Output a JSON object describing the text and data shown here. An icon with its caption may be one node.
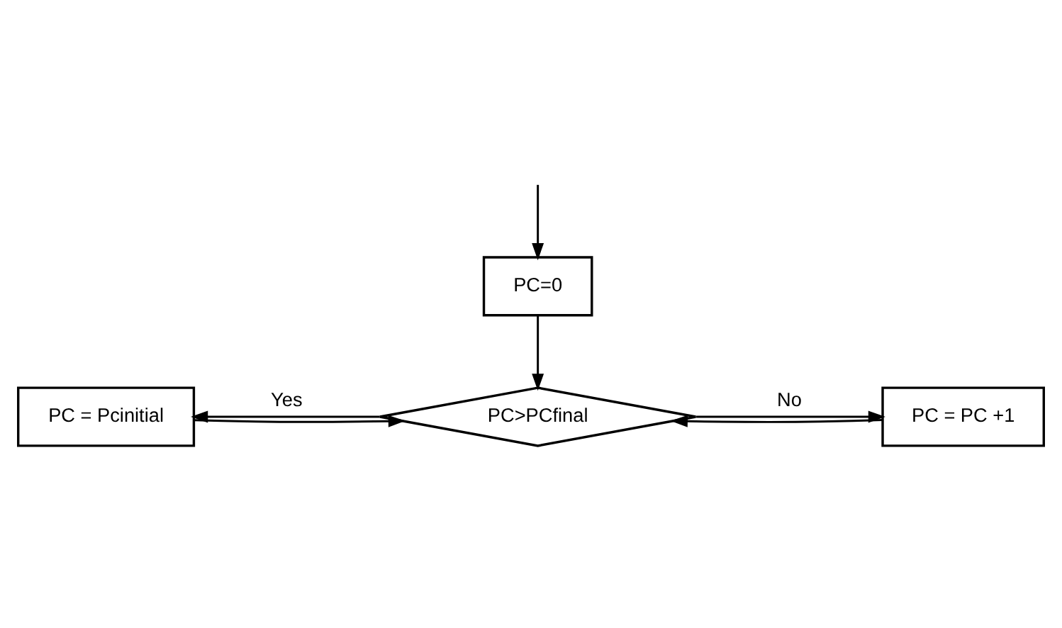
{
  "diagram": {
    "nodes": [
      {
        "text": [
          "PC=0"
        ]
      },
      {
        "text": [
          "PC>PCfinal"
        ]
      },
      {
        "text": [
          "PC = Pcinitial"
        ]
      },
      {
        "text": [
          "PC = PC +1"
        ]
      }
    ],
    "edges": [
      {
        "from": null,
        "to": 0,
        "arrow": "to"
      },
      {
        "from": 0,
        "to": 1,
        "arrow": "to"
      },
      {
        "from": 1,
        "to": 2,
        "label": "Yes",
        "arrow": "to"
      },
      {
        "from": 1,
        "to": 3,
        "label": "No",
        "arrow": "to"
      },
      {
        "from": 2,
        "to": 1,
        "arrow": "to"
      },
      {
        "from": 3,
        "to": 1,
        "arrow": "to"
      }
    ]
  }
}
